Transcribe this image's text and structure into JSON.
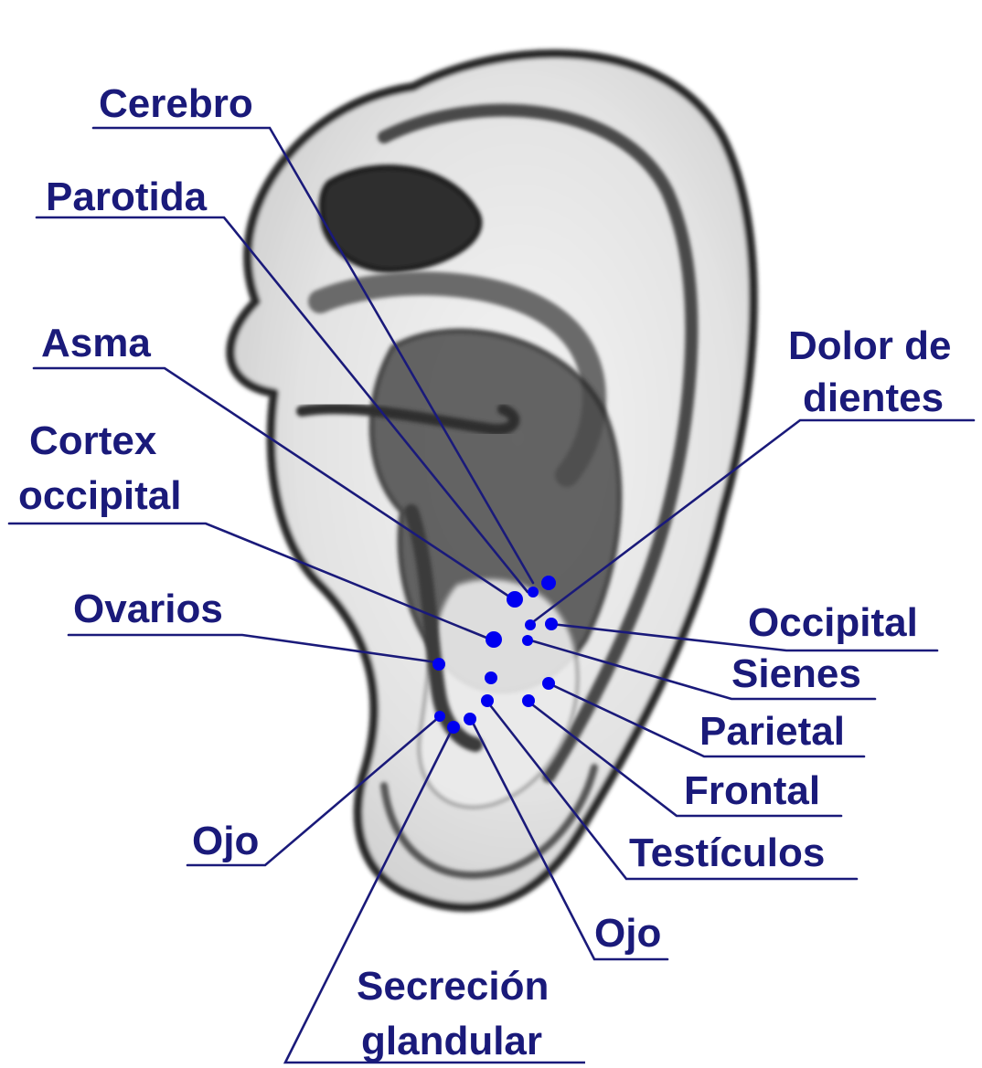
{
  "labels": {
    "cerebro": "Cerebro",
    "parotida": "Parotida",
    "asma": "Asma",
    "cortex_1": "Cortex",
    "cortex_2": "occipital",
    "ovarios": "Ovarios",
    "ojo_left": "Ojo",
    "secrecion_1": "Secreción",
    "secrecion_2": "glandular",
    "ojo_bottom": "Ojo",
    "testiculos": "Testículos",
    "frontal": "Frontal",
    "parietal": "Parietal",
    "sienes": "Sienes",
    "occipital": "Occipital",
    "dolor_1": "Dolor de",
    "dolor_2": "dientes"
  },
  "colors": {
    "label": "#1a1a7a",
    "point": "#0000f0",
    "ear_shading": "#3a3a3a"
  }
}
